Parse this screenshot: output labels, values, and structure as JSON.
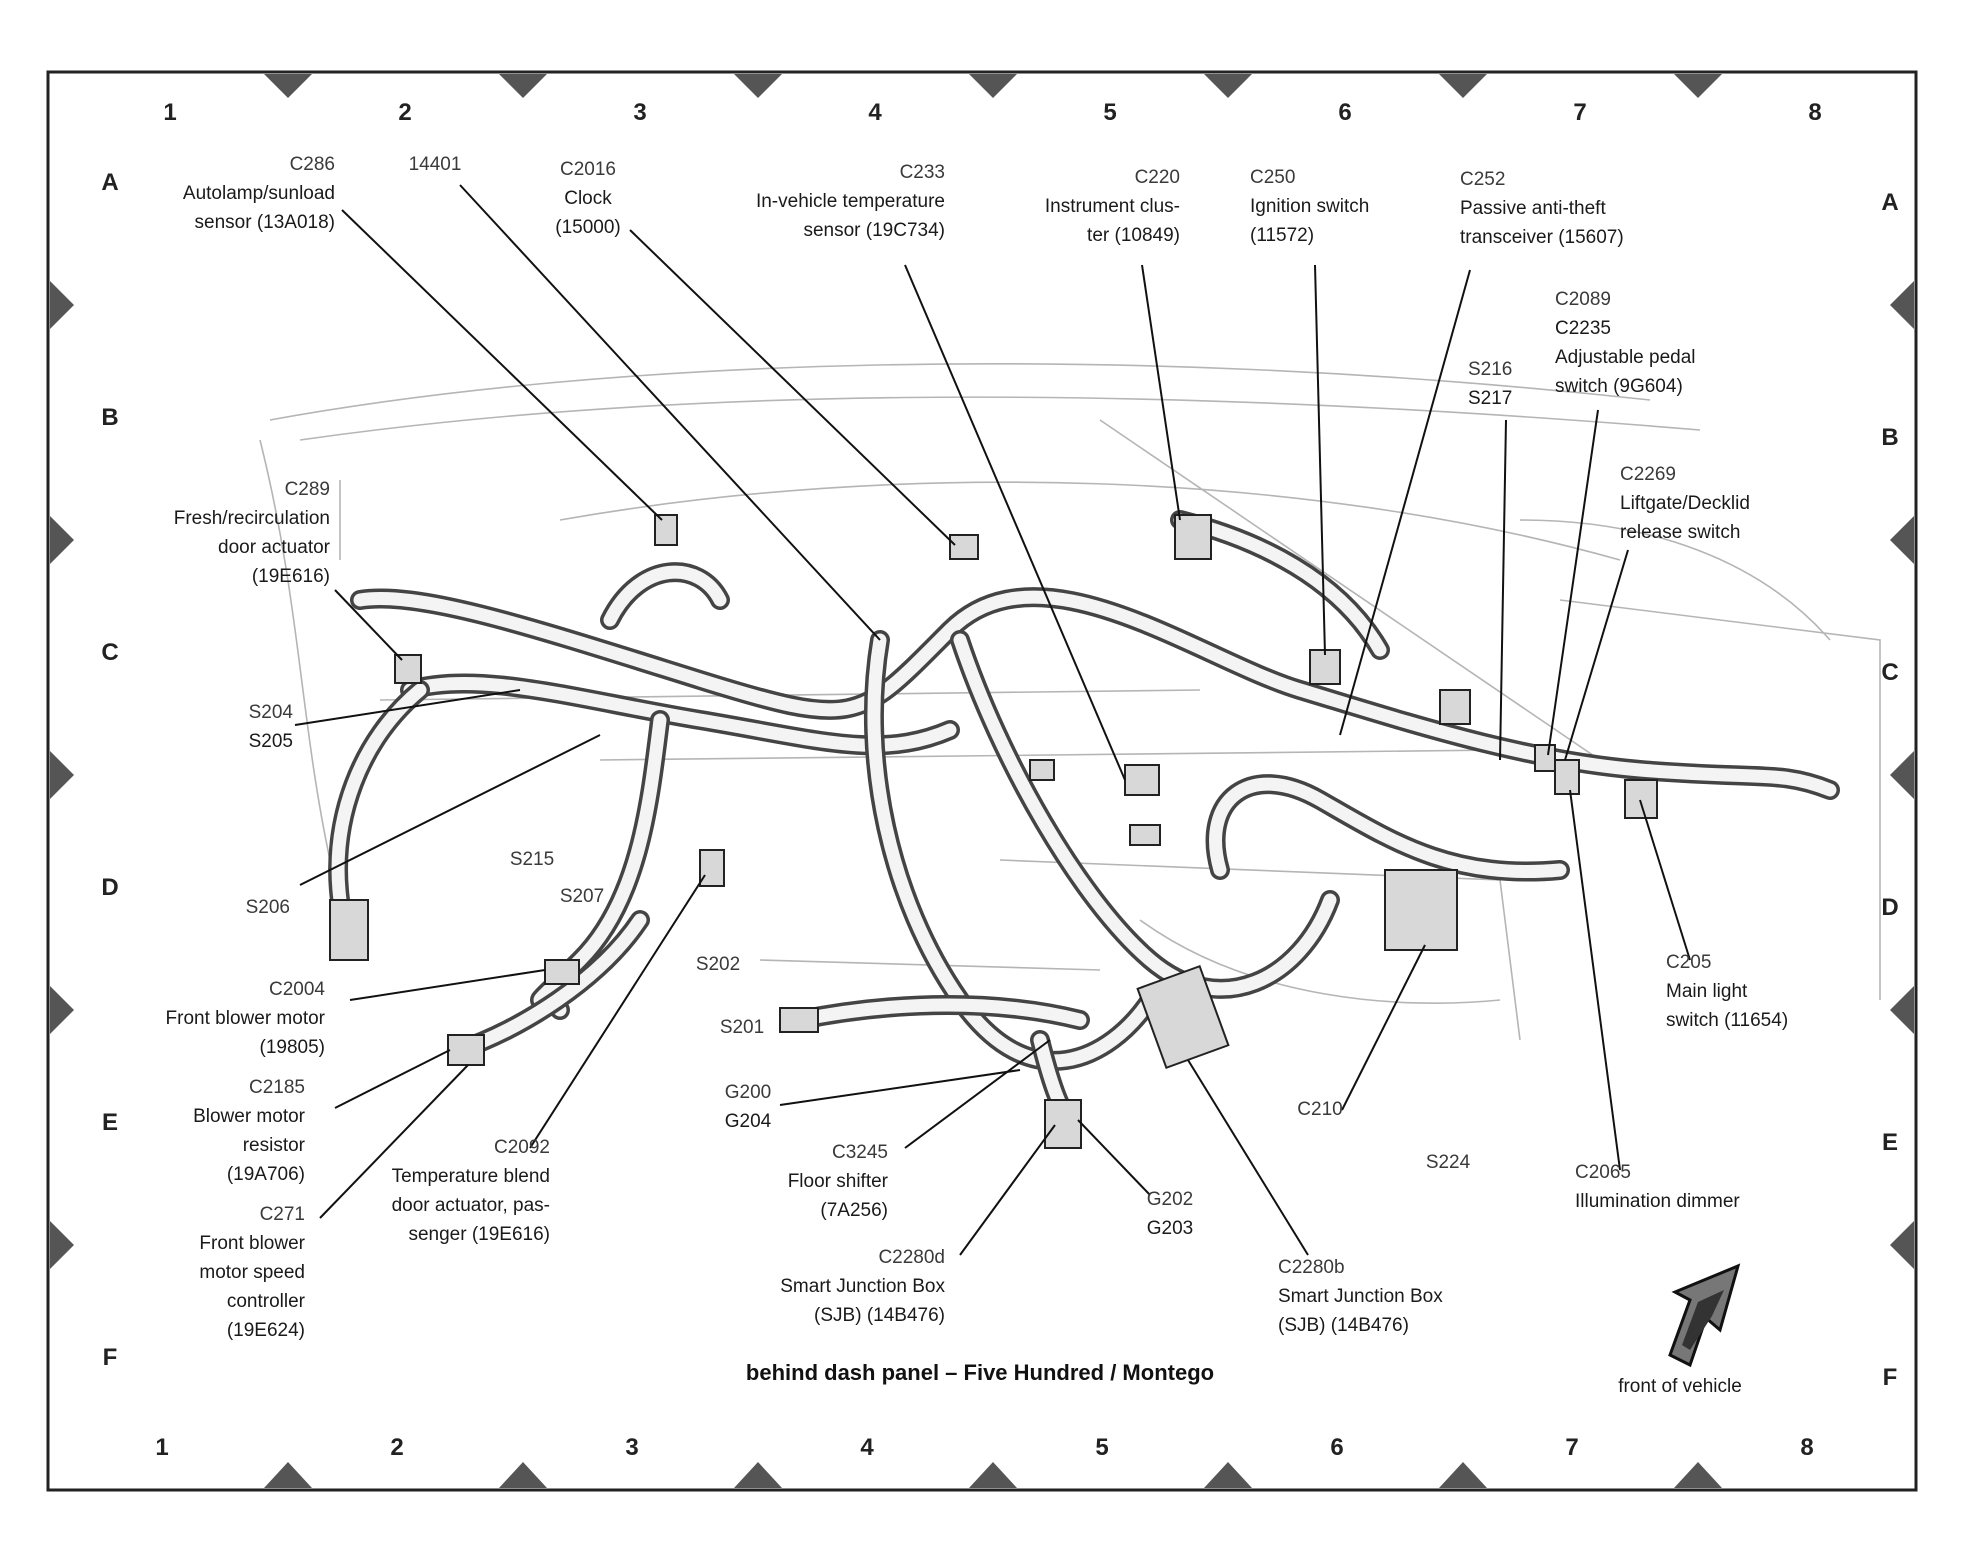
{
  "diagram": {
    "title": "behind dash panel – Five Hundred / Montego",
    "front_label": "front of vehicle",
    "grid_columns": [
      "1",
      "2",
      "3",
      "4",
      "5",
      "6",
      "7",
      "8"
    ],
    "grid_rows": [
      "A",
      "B",
      "C",
      "D",
      "E",
      "F"
    ],
    "callouts": [
      {
        "code": "C286",
        "lines": [
          "Autolamp/sunload",
          "sensor (13A018)"
        ]
      },
      {
        "code": "14401",
        "lines": []
      },
      {
        "code": "C2016",
        "lines": [
          "Clock",
          "(15000)"
        ]
      },
      {
        "code": "C233",
        "lines": [
          "In-vehicle temperature",
          "sensor (19C734)"
        ]
      },
      {
        "code": "C220",
        "lines": [
          "Instrument clus-",
          "ter (10849)"
        ]
      },
      {
        "code": "C250",
        "lines": [
          "Ignition switch",
          "(11572)"
        ]
      },
      {
        "code": "C252",
        "lines": [
          "Passive anti-theft",
          "transceiver (15607)"
        ]
      },
      {
        "code": "C2089",
        "lines": [
          "C2235",
          "Adjustable pedal",
          "switch (9G604)"
        ]
      },
      {
        "code": "S216",
        "lines": [
          "S217"
        ]
      },
      {
        "code": "C2269",
        "lines": [
          "Liftgate/Decklid",
          "release switch"
        ]
      },
      {
        "code": "C289",
        "lines": [
          "Fresh/recirculation",
          "door actuator",
          "(19E616)"
        ]
      },
      {
        "code": "S204",
        "lines": [
          "S205"
        ]
      },
      {
        "code": "S206",
        "lines": []
      },
      {
        "code": "S215",
        "lines": []
      },
      {
        "code": "S207",
        "lines": []
      },
      {
        "code": "S202",
        "lines": []
      },
      {
        "code": "S201",
        "lines": []
      },
      {
        "code": "C2004",
        "lines": [
          "Front blower motor",
          "(19805)"
        ]
      },
      {
        "code": "C2185",
        "lines": [
          "Blower motor",
          "resistor",
          "(19A706)"
        ]
      },
      {
        "code": "C271",
        "lines": [
          "Front blower",
          "motor speed",
          "controller",
          "(19E624)"
        ]
      },
      {
        "code": "C2092",
        "lines": [
          "Temperature blend",
          "door actuator, pas-",
          "senger (19E616)"
        ]
      },
      {
        "code": "G200",
        "lines": [
          "G204"
        ]
      },
      {
        "code": "C3245",
        "lines": [
          "Floor shifter",
          "(7A256)"
        ]
      },
      {
        "code": "C2280d",
        "lines": [
          "Smart Junction Box",
          "(SJB) (14B476)"
        ]
      },
      {
        "code": "G202",
        "lines": [
          "G203"
        ]
      },
      {
        "code": "C2280b",
        "lines": [
          "Smart Junction Box",
          "(SJB) (14B476)"
        ]
      },
      {
        "code": "C210",
        "lines": []
      },
      {
        "code": "S224",
        "lines": []
      },
      {
        "code": "C2065",
        "lines": [
          "Illumination dimmer"
        ]
      },
      {
        "code": "C205",
        "lines": [
          "Main light",
          "switch (11654)"
        ]
      }
    ]
  }
}
